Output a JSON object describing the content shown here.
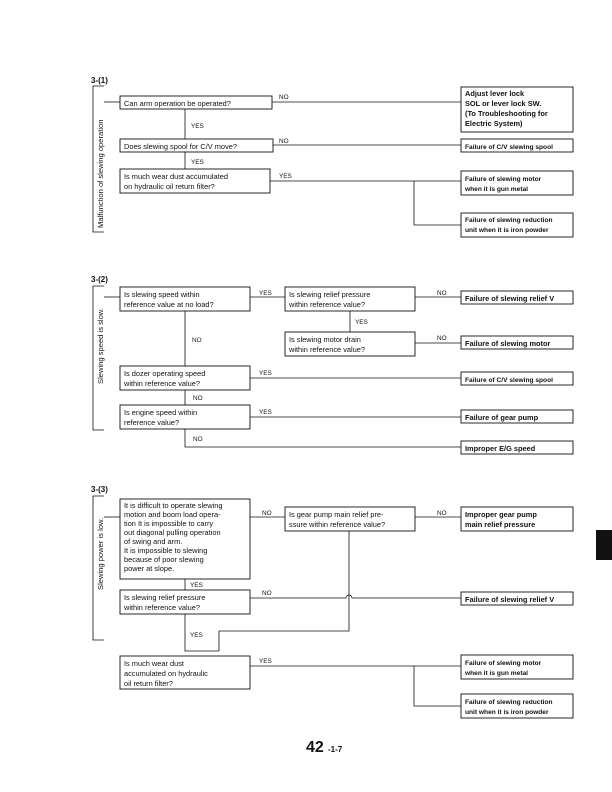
{
  "sections": {
    "s1": {
      "id": "3-(1)",
      "side": "Malfunction of slewing operation",
      "q1": [
        "Can arm operation be operated?"
      ],
      "q2": [
        "Does slewing spool for C/V move?"
      ],
      "q3": [
        "Is much wear dust accumulated",
        "on hydraulic oil return filter?"
      ],
      "r1": [
        "Adjust lever lock",
        "SOL or lever lock SW.",
        "(To Troubleshooting for",
        "Electric System)"
      ],
      "r2": [
        "Failure of C/V slewing spool"
      ],
      "r3": [
        "Failure of slewing motor",
        "when it is gun metal"
      ],
      "r4": [
        "Failure of slewing reduction",
        "unit when it is iron powder"
      ]
    },
    "s2": {
      "id": "3-(2)",
      "side": "Slewing speed is slow.",
      "q1": [
        "Is slewing speed within",
        "reference value at no load?"
      ],
      "q2": [
        "Is slewing relief pressure",
        "within reference value?"
      ],
      "q3": [
        "Is slewing motor drain",
        "within reference value?"
      ],
      "q4": [
        "Is dozer operating speed",
        "within reference value?"
      ],
      "q5": [
        "Is engine speed within",
        "reference value?"
      ],
      "r1": [
        "Failure of slewing relief V"
      ],
      "r2": [
        "Failure of slewing motor"
      ],
      "r3": [
        "Failure of C/V slewing spool"
      ],
      "r4": [
        "Failure of gear pump"
      ],
      "r5": [
        "Improper E/G speed"
      ]
    },
    "s3": {
      "id": "3-(3)",
      "side": "Slewing power is low.",
      "q1": [
        "It is difficult to operate slewing",
        "motion and boom load opera-",
        "tion It is impossible to carry",
        "out diagonal pulling operation",
        "of swing and arm.",
        "It is impossible to slewing",
        "because of poor slewing",
        "power at slope."
      ],
      "q2": [
        "Is gear pump main relief pre-",
        "ssure within reference value?"
      ],
      "q3": [
        "Is slewing relief pressure",
        "within reference value?"
      ],
      "q4": [
        "Is much wear dust",
        "accumulated on hydraulic",
        "oil return filter?"
      ],
      "r1": [
        "Improper gear pump",
        "main relief pressure"
      ],
      "r2": [
        "Failure of slewing relief V"
      ],
      "r3": [
        "Failure of slewing motor",
        "when it is gun metal"
      ],
      "r4": [
        "Failure of slewing reduction",
        "unit when it is iron powder"
      ]
    }
  },
  "labels": {
    "yes": "YES",
    "no": "NO"
  },
  "page": {
    "number": "42",
    "suffix": "-1-7"
  },
  "tab_color": "#111111"
}
